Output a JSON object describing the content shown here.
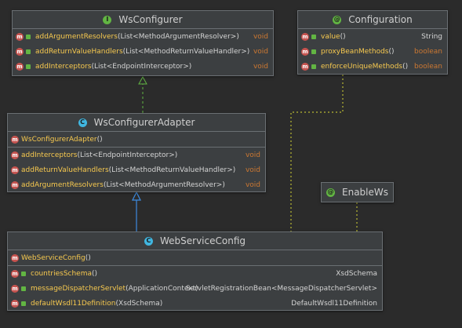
{
  "ws_configurer": {
    "title": "WsConfigurer",
    "badge": "I",
    "methods": [
      {
        "name": "addArgumentResolvers",
        "params": "(List<MethodArgumentResolver>)",
        "ret": "void"
      },
      {
        "name": "addReturnValueHandlers",
        "params": "(List<MethodReturnValueHandler>)",
        "ret": "void"
      },
      {
        "name": "addInterceptors",
        "params": "(List<EndpointInterceptor>)",
        "ret": "void"
      }
    ]
  },
  "configuration": {
    "title": "Configuration",
    "badge": "@",
    "methods": [
      {
        "name": "value",
        "params": "()",
        "ret": "String"
      },
      {
        "name": "proxyBeanMethods",
        "params": "()",
        "ret": "boolean"
      },
      {
        "name": "enforceUniqueMethods",
        "params": "()",
        "ret": "boolean"
      }
    ]
  },
  "ws_configurer_adapter": {
    "title": "WsConfigurerAdapter",
    "badge": "C",
    "constructor": {
      "name": "WsConfigurerAdapter",
      "params": "()"
    },
    "methods": [
      {
        "name": "addInterceptors",
        "params": "(List<EndpointInterceptor>)",
        "ret": "void"
      },
      {
        "name": "addReturnValueHandlers",
        "params": "(List<MethodReturnValueHandler>)",
        "ret": "void"
      },
      {
        "name": "addArgumentResolvers",
        "params": "(List<MethodArgumentResolver>)",
        "ret": "void"
      }
    ]
  },
  "enable_ws": {
    "title": "EnableWs",
    "badge": "@"
  },
  "web_service_config": {
    "title": "WebServiceConfig",
    "badge": "C",
    "constructor": {
      "name": "WebServiceConfig",
      "params": "()"
    },
    "methods": [
      {
        "name": "countriesSchema",
        "params": "()",
        "ret": "XsdSchema"
      },
      {
        "name": "messageDispatcherServlet",
        "params": "(ApplicationContext)",
        "ret": "ServletRegistrationBean<MessageDispatcherServlet>"
      },
      {
        "name": "defaultWsdl11Definition",
        "params": "(XsdSchema)",
        "ret": "DefaultWsdl11Definition"
      }
    ]
  },
  "method_icon_letter": "m",
  "colors": {
    "background": "#2b2b2b",
    "node_fill": "#3c3f41",
    "method_name": "#f7c94f",
    "keyword_return": "#cc7832",
    "method_icon": "#c75450",
    "public_marker": "#62b543",
    "implements_edge": "#62b543",
    "extends_edge": "#3d8be0",
    "annotation_edge": "#b8b833"
  }
}
